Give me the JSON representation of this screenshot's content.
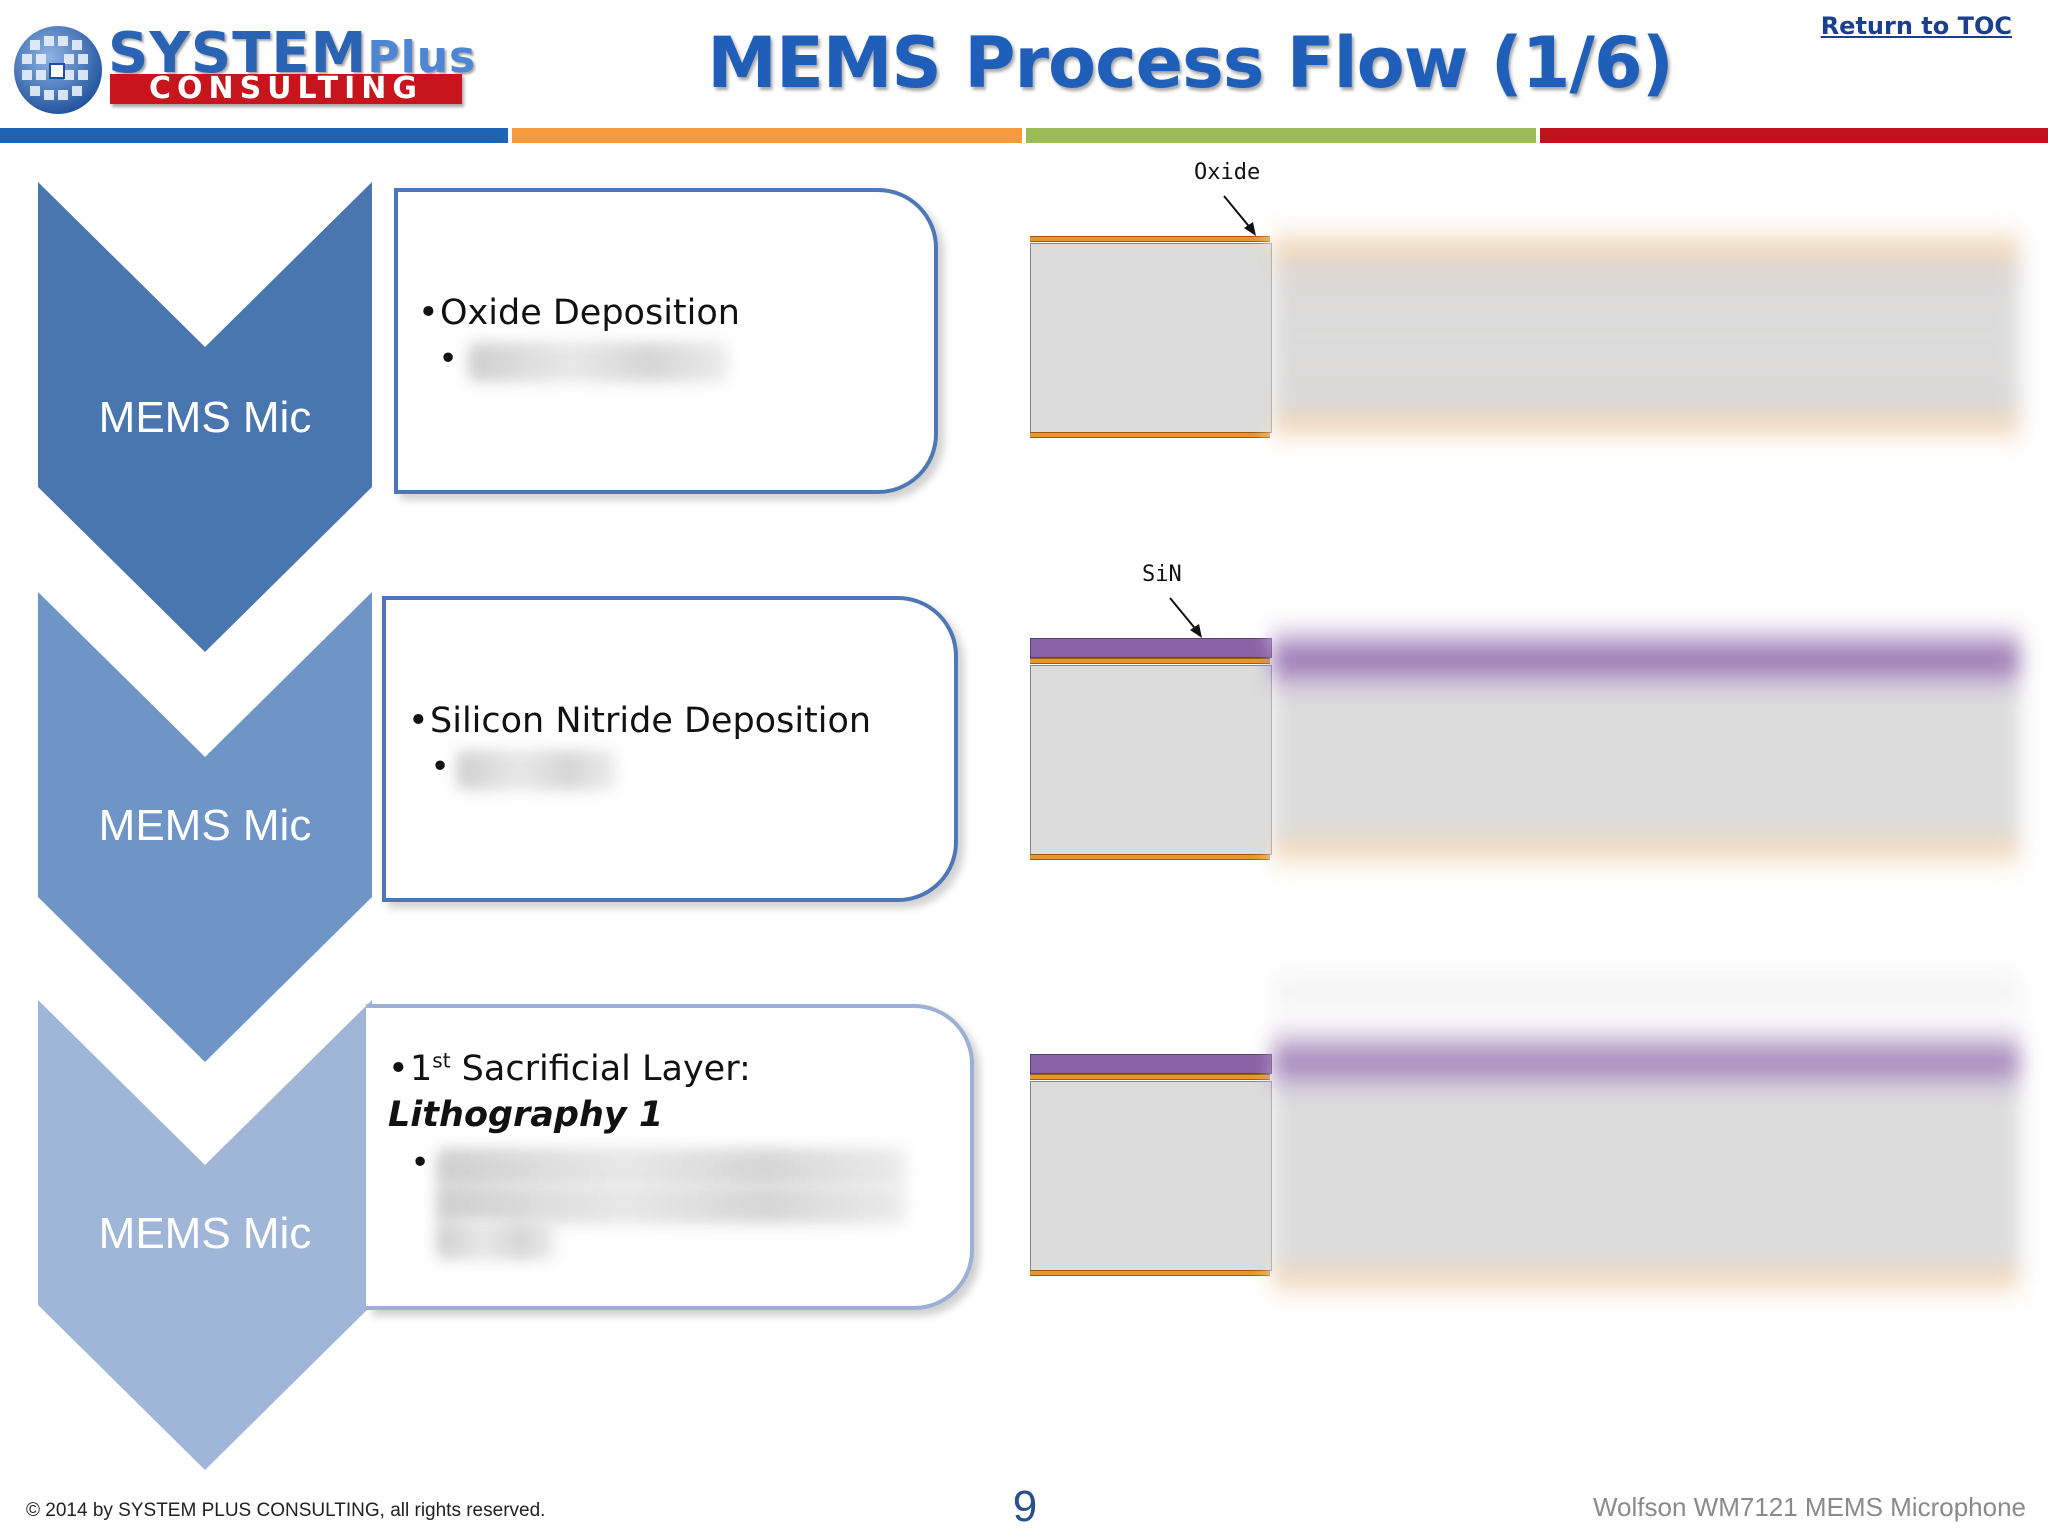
{
  "header": {
    "logo_word": "SYSTEM",
    "logo_plus": "Plus",
    "logo_sub": "CONSULTING",
    "title": "MEMS Process Flow (1/6)",
    "toc_link": "Return to TOC"
  },
  "colors": {
    "stripe_blue": "#1f64b4",
    "stripe_orange": "#f59a3f",
    "stripe_green": "#9bbb59",
    "stripe_red": "#c0121a",
    "chevron_1": "#4a76b0",
    "chevron_2": "#6f94c6",
    "chevron_3": "#a0b6d8",
    "oxide": "#e7962f",
    "sin": "#8a62a6"
  },
  "steps": [
    {
      "label": "MEMS Mic",
      "bullet": "Oxide Deposition"
    },
    {
      "label": "MEMS Mic",
      "bullet": "Silicon Nitride Deposition"
    },
    {
      "label": "MEMS Mic",
      "bullet_pre": "1",
      "bullet_sup": "st",
      "bullet_mid": " Sacrificial Layer: ",
      "bullet_em": "Lithography 1"
    }
  ],
  "diagrams": {
    "annotation_1": "Oxide",
    "annotation_2": "SiN"
  },
  "footer": {
    "copyright": "© 2014 by SYSTEM PLUS CONSULTING, all rights reserved.",
    "page_number": "9",
    "product": "Wolfson WM7121 MEMS Microphone"
  }
}
